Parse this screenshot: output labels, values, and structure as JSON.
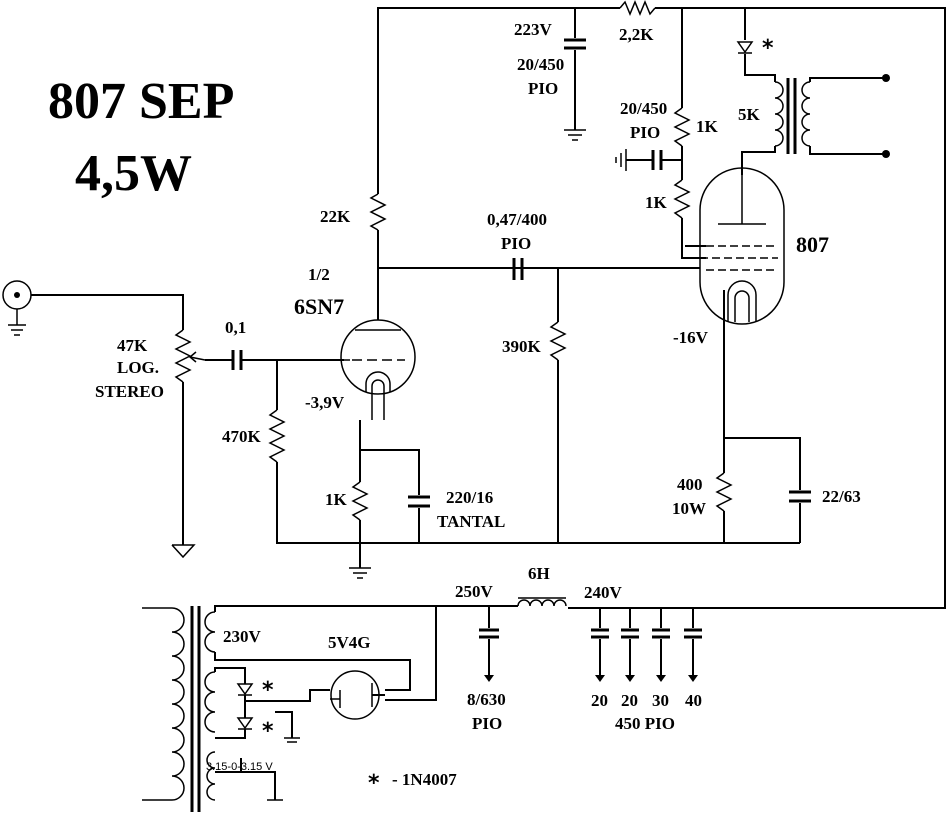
{
  "title": {
    "line1": "807 SEP",
    "line2": "4,5W"
  },
  "tubes": {
    "driver_line1": "1/2",
    "driver_line2": "6SN7",
    "output": "807",
    "rectifier": "5V4G"
  },
  "input": {
    "pot_value": "47K",
    "pot_type1": "LOG.",
    "pot_type2": "STEREO",
    "coupling_cap": "0,1",
    "grid_leak": "470K"
  },
  "driver_stage": {
    "grid_bias": "-3,9V",
    "cathode_resistor": "1K",
    "cathode_cap1": "220/16",
    "cathode_cap2": "TANTAL",
    "plate_resistor": "22K"
  },
  "interstage": {
    "cap1": "0,47/400",
    "cap2": "PIO",
    "grid_resistor": "390K"
  },
  "output_stage": {
    "grid_bias": "-16V",
    "cathode_resistor1": "400",
    "cathode_resistor2": "10W",
    "cathode_cap": "22/63",
    "screen_resistor": "1K",
    "grid_stopper": "1K",
    "screen_cap1": "20/450",
    "screen_cap2": "PIO",
    "transformer": "5K",
    "diode_mark": "*"
  },
  "supply": {
    "node_voltage": "223V",
    "decouple_resistor": "2,2K",
    "decouple_cap1": "20/450",
    "decouple_cap2": "PIO",
    "rect_out": "250V",
    "choke": "6H",
    "filtered": "240V",
    "first_cap1": "8/630",
    "first_cap2": "PIO",
    "filter_caps": [
      "20",
      "20",
      "30",
      "40"
    ],
    "filter_caps_rating": "450 PIO",
    "mains_tap": "230V",
    "heater_tap": "3.15-0-3.15 V"
  },
  "legend": {
    "star": "*",
    "note": "- 1N4007"
  }
}
